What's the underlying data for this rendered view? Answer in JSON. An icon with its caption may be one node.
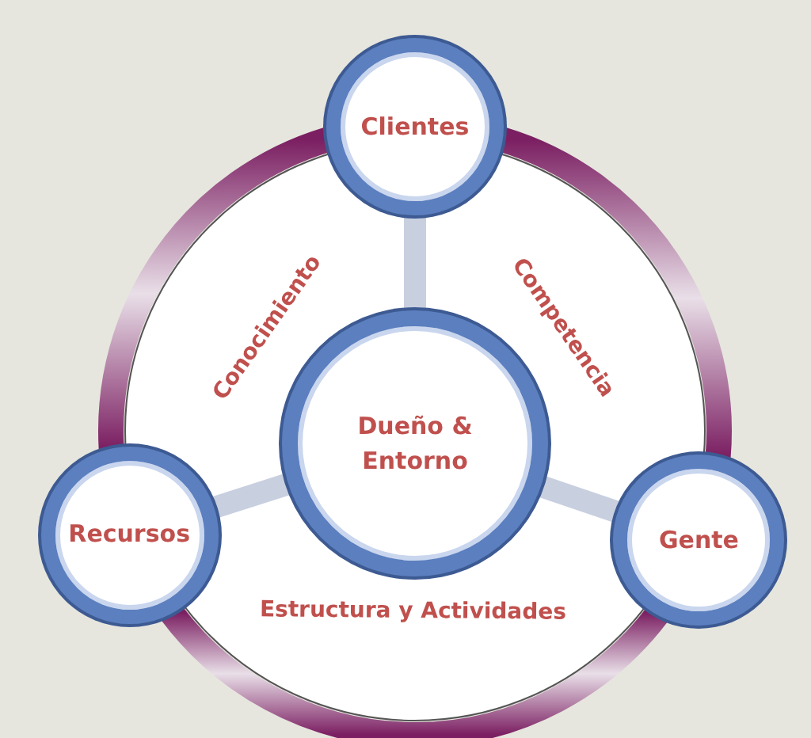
{
  "diagram": {
    "nodes": [
      {
        "text": [
          "Clientes"
        ]
      },
      {
        "text": [
          "Dueño & Entorno"
        ]
      },
      {
        "text": [
          "Recursos"
        ]
      },
      {
        "text": [
          "Gente"
        ]
      }
    ],
    "edges": [
      {
        "from": 1,
        "to": 0,
        "arrow": "none"
      },
      {
        "from": 1,
        "to": 2,
        "arrow": "none"
      },
      {
        "from": 1,
        "to": 3,
        "arrow": "none"
      },
      {
        "from": 0,
        "to": 2,
        "arrow": "none",
        "label": "Conocimiento"
      },
      {
        "from": 0,
        "to": 3,
        "arrow": "none",
        "label": "Competencia"
      },
      {
        "from": 2,
        "to": 3,
        "arrow": "none",
        "label": "Estructura y Actividades"
      }
    ]
  }
}
